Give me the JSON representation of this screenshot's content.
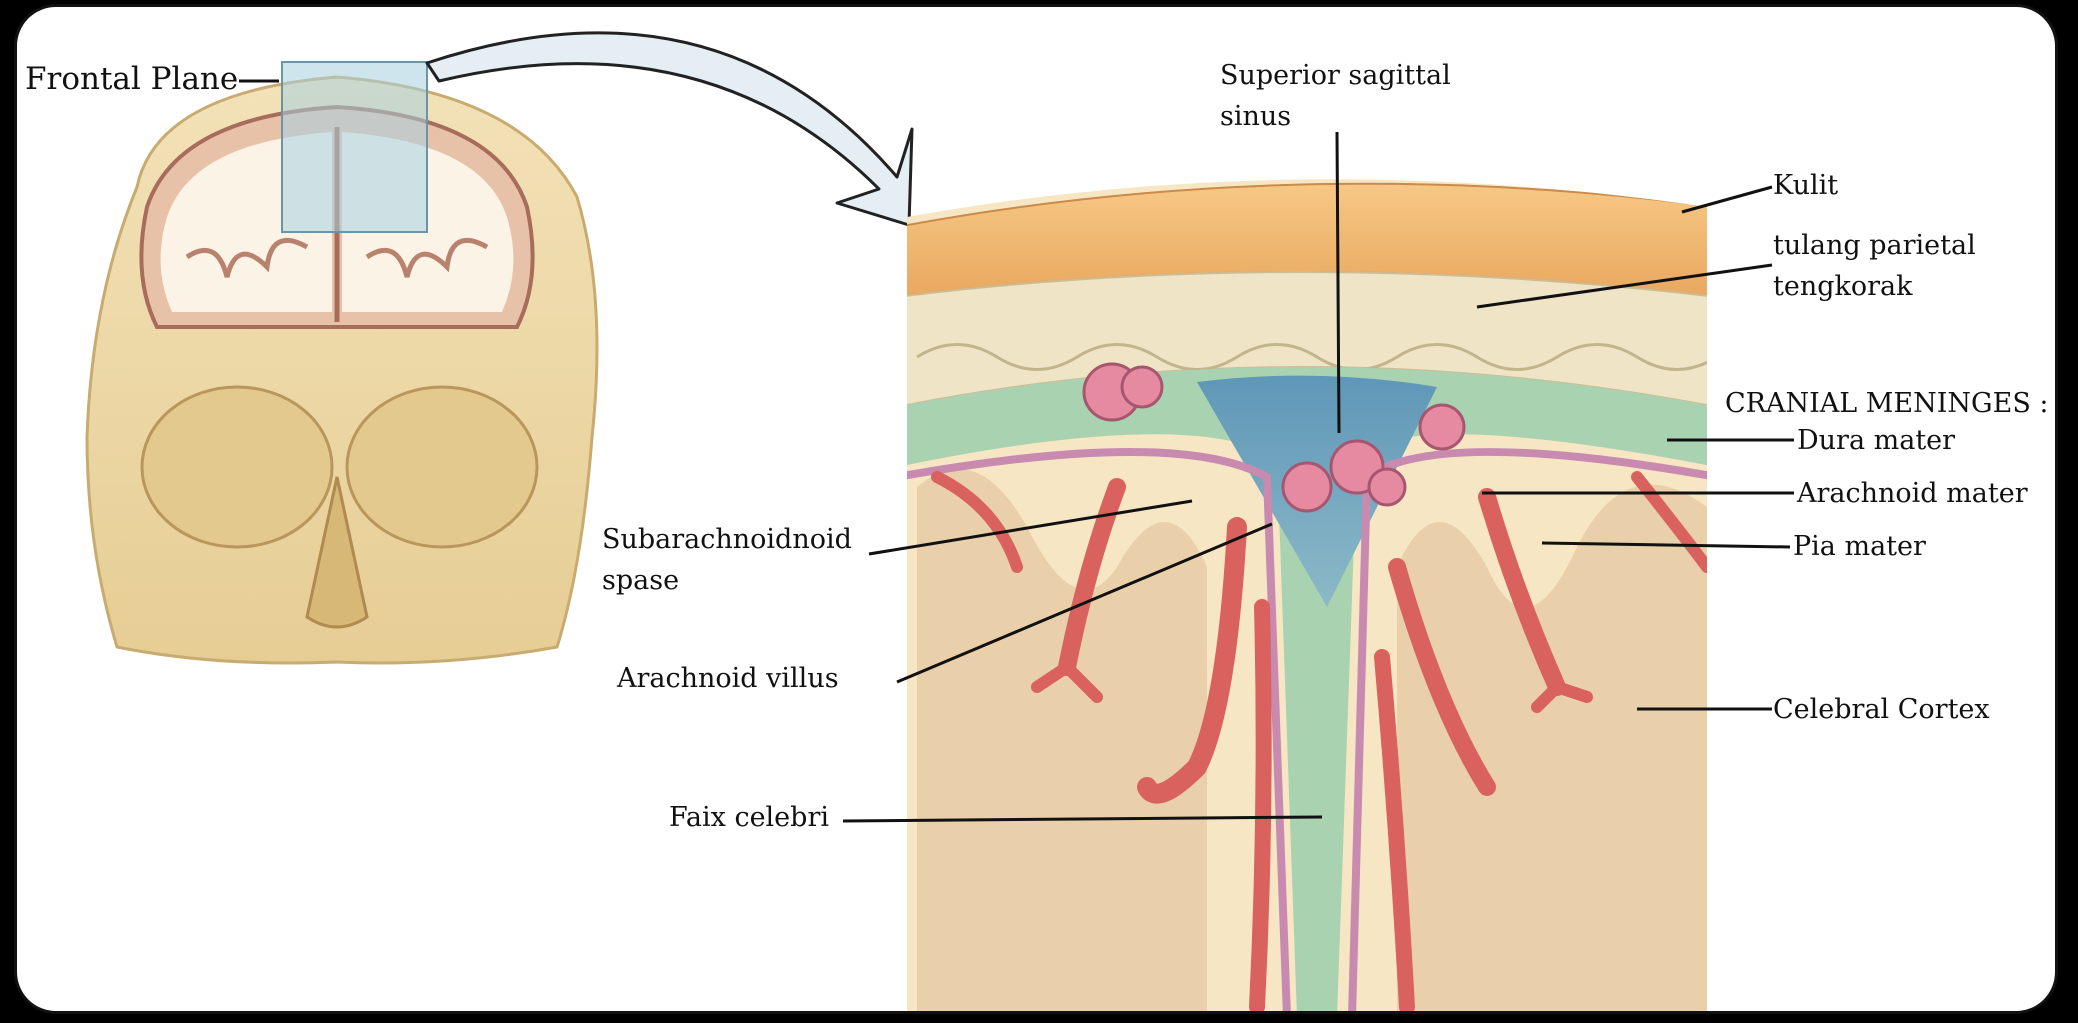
{
  "labels": {
    "frontal_plane": "Frontal Plane",
    "superior_sagittal_sinus": [
      "Superior sagittal",
      "sinus"
    ],
    "kulit": "Kulit",
    "tulang_parietal": [
      "tulang parietal",
      "tengkorak"
    ],
    "cranial_meninges": "CRANIAL MENINGES :",
    "dura_mater": "Dura mater",
    "arachnoid_mater": "Arachnoid mater",
    "pia_mater": "Pia mater",
    "subarachnoid_space": [
      "Subarachnoidnoid",
      "spase"
    ],
    "arachnoid_villus": "Arachnoid villus",
    "celebral_cortex": "Celebral Cortex",
    "faix_celebri": "Faix celebri"
  },
  "colors": {
    "skin": "#f2c27c",
    "bone": "#efe4c6",
    "dura": "#a9d3b0",
    "sinus": "#6fa3bf",
    "vessel": "#d9625f",
    "cortex": "#f8e8c8",
    "skull": "#ecd6a2"
  }
}
